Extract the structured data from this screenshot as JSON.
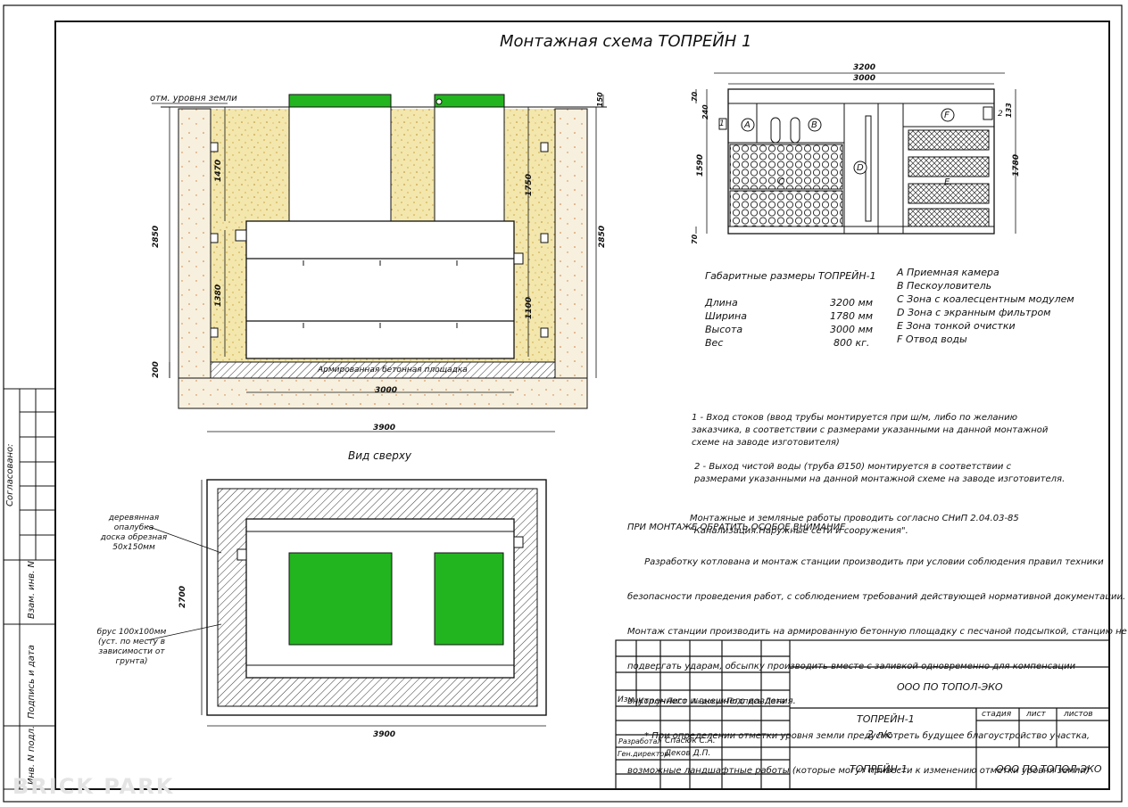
{
  "title": "Монтажная схема ТОПРЕЙН 1",
  "side_view": {
    "ground_label": "отм. уровня земли",
    "slab_label": "Армированная бетонная площадка",
    "dims": {
      "d150": "150",
      "d1470": "1470",
      "d2850_left": "2850",
      "d2850_right": "2850",
      "d1750": "1750",
      "d1380": "1380",
      "d1100": "1100",
      "d200": "200",
      "d3000": "3000",
      "d3900": "3900"
    }
  },
  "top_view": {
    "caption": "Вид сверху",
    "label_boards": [
      "деревянная опалубка",
      "доска обрезная",
      "50х150мм"
    ],
    "label_beam": [
      "брус 100х100мм",
      "(уст. по месту в",
      "зависимости от",
      "грунта)"
    ],
    "d2700": "2700",
    "d3900": "3900"
  },
  "section": {
    "d3200": "3200",
    "d3000": "3000",
    "d70_top": "70",
    "d240": "240",
    "d1590": "1590",
    "d70_bot": "70",
    "d1780": "1780",
    "d133": "133",
    "marks": {
      "A": "A",
      "B": "B",
      "C": "C",
      "D": "D",
      "E": "E",
      "F": "F",
      "n1": "1",
      "n2": "2"
    }
  },
  "specs": {
    "heading": "Габаритные размеры ТОПРЕЙН-1",
    "rows": [
      {
        "label": "Длина",
        "value": "3200 мм"
      },
      {
        "label": "Ширина",
        "value": "1780 мм"
      },
      {
        "label": "Высота",
        "value": "3000 мм"
      },
      {
        "label": "Вес",
        "value": "800 кг."
      }
    ]
  },
  "legend": [
    "A Приемная камера",
    "B Пескоуловитель",
    "C Зона с коалесцентным модулем",
    "D Зона с экранным фильтром",
    "E Зона тонкой очистки",
    "F Отвод воды"
  ],
  "notes": {
    "n1": [
      "1 - Вход стоков (ввод трубы монтируется при ш/м, либо по желанию",
      "заказчика, в соответствии с размерами указанными на данной монтажной",
      "схеме на заводе изготовителя)"
    ],
    "n2": [
      "2 - Выход чистой воды (труба Ø150) монтируется в соответствии с",
      "размерами указанными на данной монтажной схеме на заводе изготовителя."
    ],
    "n3": [
      "Монтажные и земляные работы проводить согласно СНиП 2.04.03-85",
      "\"Канализация.Наружные сети и сооружения\"."
    ],
    "attention_heading": "ПРИ МОНТАЖЕ ОБРАТИТЬ ОСОБОЕ ВНИМАНИЕ",
    "attention": [
      "      Разработку котлована и монтаж станции производить при условии соблюдения правил техники",
      "безопасности проведения работ, с соблюдением требований действующей нормативной документации.",
      "Монтаж станции производить на армированную бетонную площадку с песчаной подсыпкой, станцию не",
      "подвергать ударам, обсыпку производить вместе с заливкой одновременно для компенсации",
      "внутреннего и внешнего давления.",
      "      * При определении отметки уровня земли предусмотреть будущее благоустройство участка,",
      "возможные ландшафтные работы (которые могут привести к изменению отметки уровня земли)"
    ]
  },
  "stamp": {
    "cols": [
      "Изм",
      "Кол.уч",
      "Лист",
      "№ докум",
      "Подпись",
      "Дата"
    ],
    "org_top": "ООО ПО ТОПОЛ-ЭКО",
    "dev_role": "Разработал",
    "dev_name": "Спасюк С.А.",
    "dir_role": "Ген.директор",
    "dir_name": "Деков Д.П.",
    "product": "ТОПРЕЙН-1",
    "product_sub": "2 л/с",
    "stage": "стадия",
    "sheet": "лист",
    "sheets": "листов",
    "product_bottom": "ТОПРЕЙН-1",
    "org_bottom": "ООО ПО ТОПОЛ-ЭКО"
  },
  "side_strip": {
    "agreed": "Согласовано:",
    "inv_replace": "Взам. инв. N",
    "sign_date": "Подпись и дата",
    "inv_orig": "Инв. N подл."
  },
  "watermark": "BRICK PARK",
  "colors": {
    "lid": "#22b51f",
    "sand": "#f2e6a8",
    "line": "#111111"
  }
}
